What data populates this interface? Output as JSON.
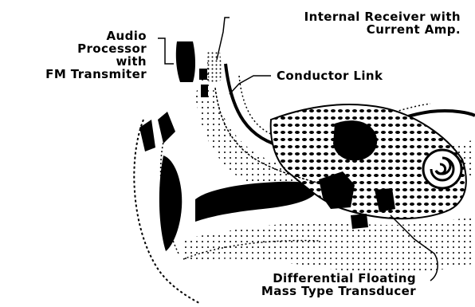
{
  "labels": {
    "audio_processor": [
      "Audio",
      "Processor",
      "with",
      "FM Transmiter"
    ],
    "internal_receiver": [
      "Internal Receiver with",
      "Current Amp."
    ],
    "conductor_link": "Conductor Link",
    "transducer": [
      "Differential Floating",
      "Mass Type Transducer"
    ]
  },
  "colors": {
    "ink": "#000000",
    "paper": "#ffffff",
    "stipple": "#555555"
  }
}
